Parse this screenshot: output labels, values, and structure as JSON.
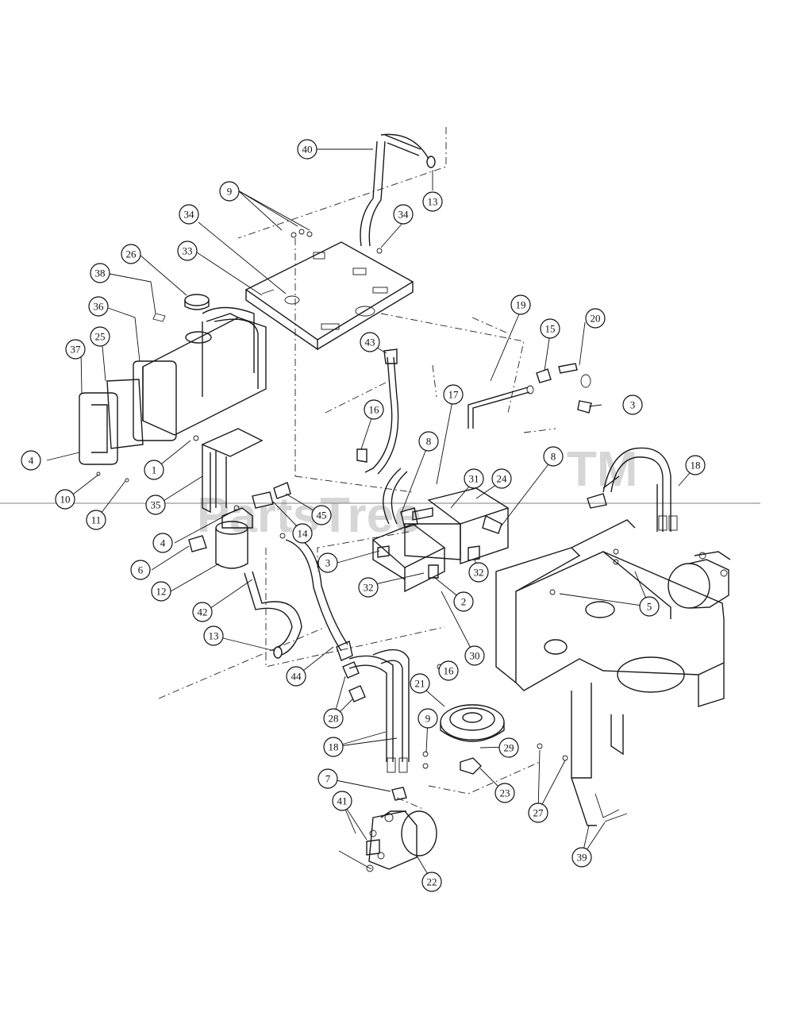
{
  "watermark": {
    "text": "PartsTree",
    "tm": "TM"
  },
  "callouts": [
    "40",
    "13",
    "9",
    "34",
    "34",
    "26",
    "33",
    "38",
    "36",
    "25",
    "37",
    "19",
    "15",
    "20",
    "43",
    "3",
    "17",
    "16",
    "8",
    "8",
    "31",
    "24",
    "18",
    "4",
    "1",
    "10",
    "11",
    "35",
    "45",
    "14",
    "4",
    "6",
    "12",
    "3",
    "32",
    "32",
    "2",
    "5",
    "42",
    "13",
    "44",
    "30",
    "16",
    "28",
    "21",
    "9",
    "18",
    "29",
    "23",
    "7",
    "27",
    "41",
    "22",
    "39"
  ]
}
